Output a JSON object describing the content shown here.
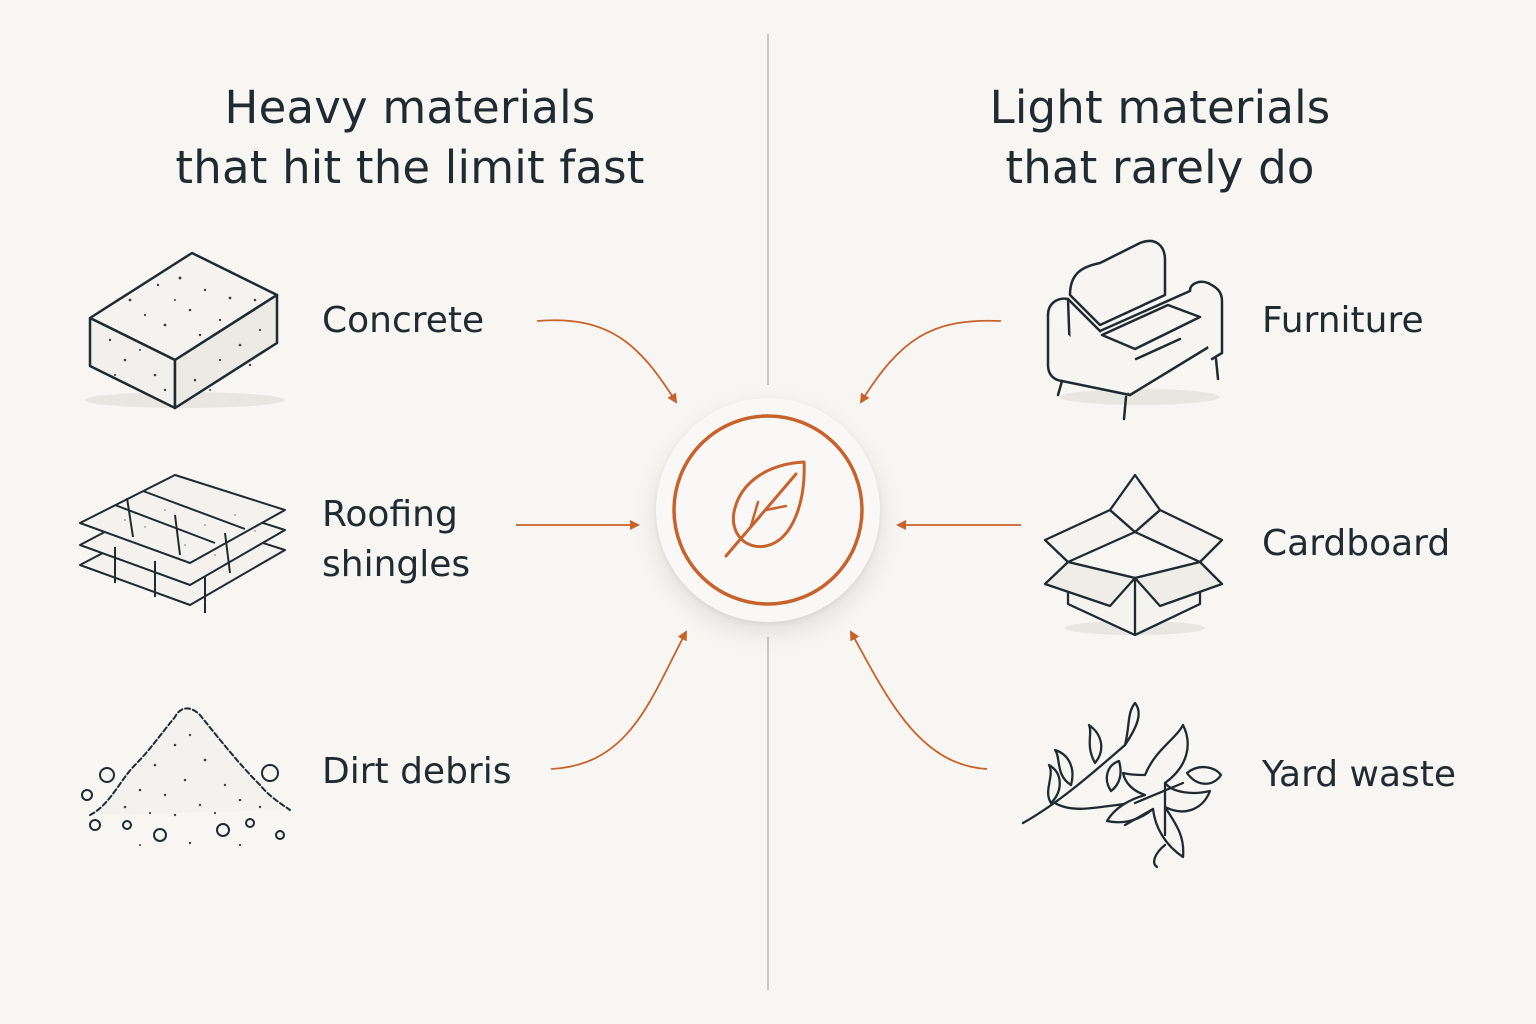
{
  "headings": {
    "heavy": [
      "Heavy materials",
      "that hit the limit fast"
    ],
    "light": [
      "Light materials",
      "that rarely do"
    ]
  },
  "heavy_items": [
    {
      "label": [
        "Concrete"
      ],
      "icon": "concrete-block-icon"
    },
    {
      "label": [
        "Roofing",
        "shingles"
      ],
      "icon": "roofing-shingles-icon"
    },
    {
      "label": [
        "Dirt debris"
      ],
      "icon": "dirt-pile-icon"
    }
  ],
  "light_items": [
    {
      "label": [
        "Furniture"
      ],
      "icon": "armchair-icon"
    },
    {
      "label": [
        "Cardboard"
      ],
      "icon": "cardboard-box-icon"
    },
    {
      "label": [
        "Yard waste"
      ],
      "icon": "leafy-branch-icon"
    }
  ],
  "center": {
    "icon": "leaf-icon"
  },
  "colors": {
    "accent": "#c8622a",
    "text": "#1f2b31",
    "background": "#f7f6f3",
    "divider": "#c9c7c2"
  }
}
